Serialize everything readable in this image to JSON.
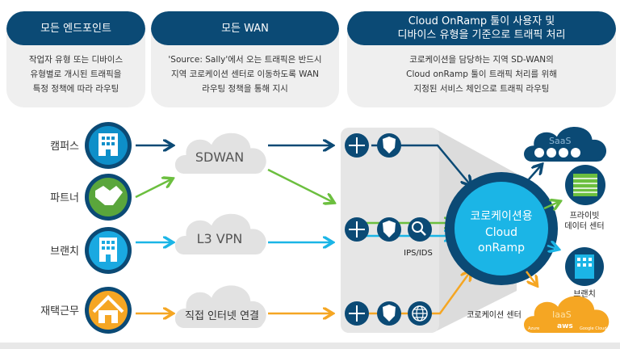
{
  "cards": [
    {
      "title": [
        "모든 엔드포인트"
      ],
      "body": [
        "작업자 유형 또는 디바이스",
        "유형별로 개시된 트래픽을",
        "특정 정책에 따라 라우팅"
      ]
    },
    {
      "title": [
        "모든 WAN"
      ],
      "body": [
        "'Source: Sally'에서 오는 트래픽은 반드시",
        "지역 코로케이션 센터로 이동하도록 WAN",
        "라우팅 정책을 통해 지시"
      ]
    },
    {
      "title": [
        "Cloud OnRamp 툴이 사용자 및",
        "디바이스 유형을 기준으로 트래픽 처리"
      ],
      "body": [
        "코로케이션을 담당하는 지역 SD-WAN의",
        "Cloud onRamp 툴이 트래픽 처리를 위해",
        "지정된 서비스 체인으로 트래픽 라우팅"
      ]
    }
  ],
  "endpoints": [
    {
      "label": "캠퍼스",
      "icon": "building-icon",
      "color": "#0e8fc9"
    },
    {
      "label": "파트너",
      "icon": "handshake-icon",
      "color": "#5aa63c"
    },
    {
      "label": "브랜치",
      "icon": "building-icon",
      "color": "#1aa9e1"
    },
    {
      "label": "재택근무",
      "icon": "house-icon",
      "color": "#f5a623"
    }
  ],
  "wan": [
    "SDWAN",
    "L3 VPN",
    "직접 인터넷 연결"
  ],
  "services": {
    "ips_label": "IPS/IDS"
  },
  "hub": {
    "lines": [
      "코로케이션용",
      "Cloud",
      "onRamp"
    ],
    "ring": "#0b4a75",
    "fill": "#1bb5e6"
  },
  "destinations": {
    "saas": "SaaS",
    "private_dc": [
      "프라이빗",
      "데이터 센터"
    ],
    "branch": "브랜치",
    "iaas": "IaaS",
    "iaas_providers": [
      "Azure",
      "aws",
      "Google Cloud"
    ],
    "colo": "코로케이션 센터"
  },
  "colors": {
    "navy": "#0b4a75",
    "green": "#6cbf3f",
    "cyan": "#1bb5e6",
    "orange": "#f5a623"
  }
}
